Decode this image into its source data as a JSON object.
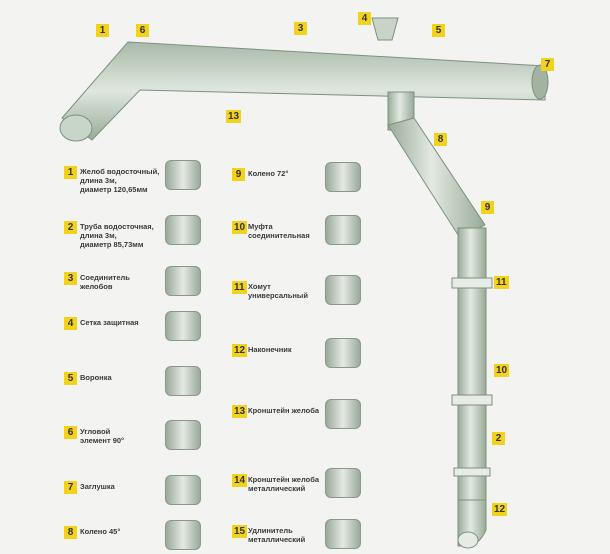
{
  "callouts": [
    "1",
    "6",
    "3",
    "4",
    "5",
    "7",
    "13",
    "8",
    "9",
    "11",
    "10",
    "2",
    "12"
  ],
  "legend_left": [
    {
      "num": "1",
      "text": "Желоб водосточный,\nдлина 3м,\nдиаметр 120,65мм"
    },
    {
      "num": "2",
      "text": "Труба водосточная,\nдлина 3м,\nдиаметр 85,73мм"
    },
    {
      "num": "3",
      "text": "Соединитель\nжелобов"
    },
    {
      "num": "4",
      "text": "Сетка защитная"
    },
    {
      "num": "5",
      "text": "Воронка"
    },
    {
      "num": "6",
      "text": "Угловой\nэлемент 90°"
    },
    {
      "num": "7",
      "text": "Заглушка"
    },
    {
      "num": "8",
      "text": "Колено 45°"
    }
  ],
  "legend_right": [
    {
      "num": "9",
      "text": "Колено 72°"
    },
    {
      "num": "10",
      "text": "Муфта\nсоединительная"
    },
    {
      "num": "11",
      "text": "Хомут\nуниверсальный"
    },
    {
      "num": "12",
      "text": "Наконечник"
    },
    {
      "num": "13",
      "text": "Кронштейн желоба"
    },
    {
      "num": "14",
      "text": "Кронштейн желоба\nметаллический"
    },
    {
      "num": "15",
      "text": "Удлинитель\nметаллический"
    }
  ],
  "colors": {
    "badge": "#f2d21a",
    "pipe": "#b9c7b8"
  }
}
